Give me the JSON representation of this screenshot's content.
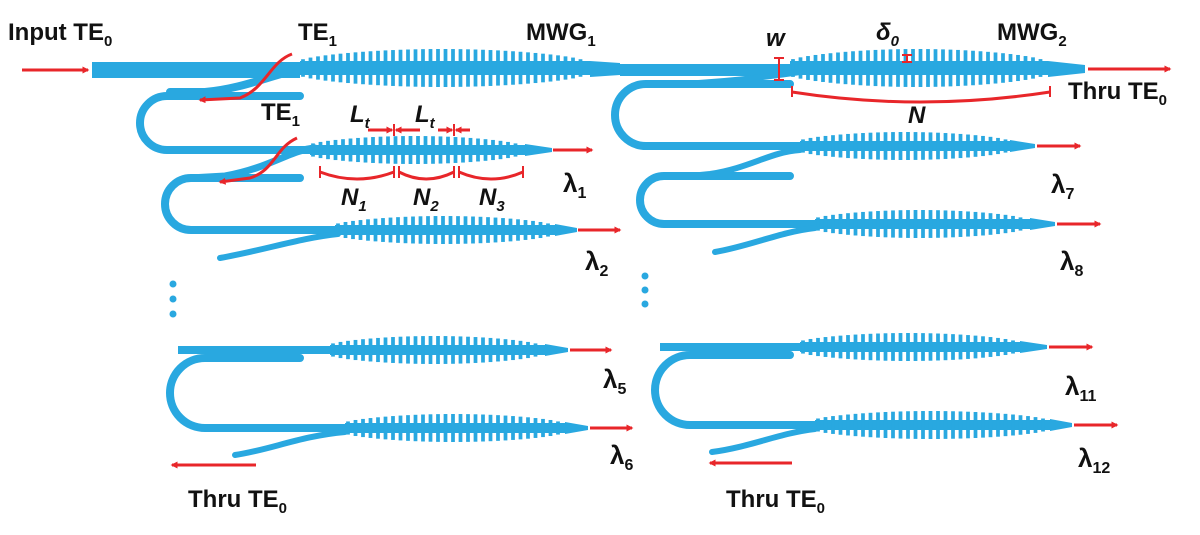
{
  "colors": {
    "waveguide": "#29a8e0",
    "arrow": "#e8262a",
    "text": "#111111"
  },
  "labels": {
    "input": {
      "main": "Input TE",
      "sub": "0"
    },
    "te1_top": {
      "main": "TE",
      "sub": "1"
    },
    "te1_mid": {
      "main": "TE",
      "sub": "1"
    },
    "mwg1": {
      "main": "MWG",
      "sub": "1"
    },
    "mwg2": {
      "main": "MWG",
      "sub": "2"
    },
    "w": "w",
    "delta0": {
      "main": "δ",
      "sub": "0"
    },
    "n": "N",
    "thru_top": {
      "main": "Thru TE",
      "sub": "0"
    },
    "lt_1": {
      "main": "L",
      "sub": "t"
    },
    "lt_2": {
      "main": "L",
      "sub": "t"
    },
    "n1": {
      "main": "N",
      "sub": "1"
    },
    "n2": {
      "main": "N",
      "sub": "2"
    },
    "n3": {
      "main": "N",
      "sub": "3"
    },
    "lambda1": {
      "main": "λ",
      "sub": "1"
    },
    "lambda2": {
      "main": "λ",
      "sub": "2"
    },
    "lambda5": {
      "main": "λ",
      "sub": "5"
    },
    "lambda6": {
      "main": "λ",
      "sub": "6"
    },
    "lambda7": {
      "main": "λ",
      "sub": "7"
    },
    "lambda8": {
      "main": "λ",
      "sub": "8"
    },
    "lambda11": {
      "main": "λ",
      "sub": "11"
    },
    "lambda12": {
      "main": "λ",
      "sub": "12"
    },
    "thru_left": {
      "main": "Thru TE",
      "sub": "0"
    },
    "thru_right": {
      "main": "Thru TE",
      "sub": "0"
    }
  }
}
